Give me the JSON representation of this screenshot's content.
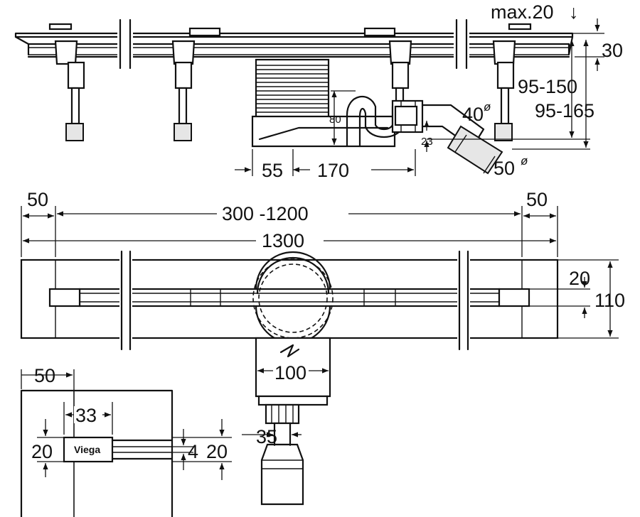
{
  "brand": "Viega",
  "dimensions": {
    "max_height": "max.20",
    "frame": "30",
    "height_1": "95-150",
    "height_2": "95-165",
    "outlet_small": "40",
    "outlet_large": "50",
    "bend_height": "80",
    "spigot_offset": "23",
    "offset_55": "55",
    "offset_170": "170",
    "edge_left": "50",
    "edge_right": "50",
    "channel_range": "300 -1200",
    "total_length": "1300",
    "slot_width": "20",
    "body_width": "110",
    "trap_width": "100",
    "trap_outlet": "35",
    "detail_edge": "50",
    "detail_logo": "33",
    "detail_slot": "20",
    "detail_gap": "4",
    "detail_slot_right": "20"
  },
  "symbols": {
    "diameter": "ø",
    "arrow_down": "↓"
  }
}
